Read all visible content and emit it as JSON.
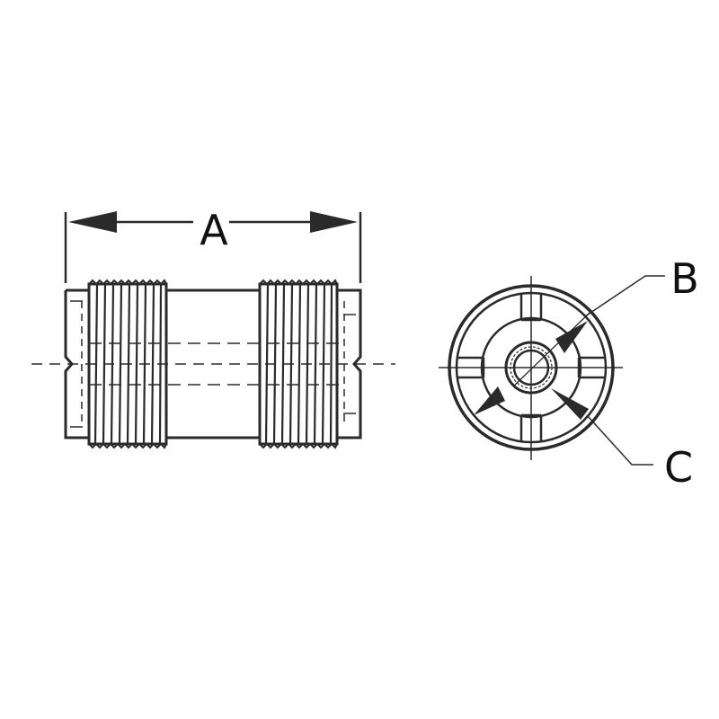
{
  "diagram": {
    "type": "technical-drawing",
    "subject": "double female threaded coupler (side view and end view)",
    "labels": {
      "a": "A",
      "b": "B",
      "c": "C"
    },
    "colors": {
      "line": "#2a2a2a",
      "background": "#ffffff"
    }
  }
}
